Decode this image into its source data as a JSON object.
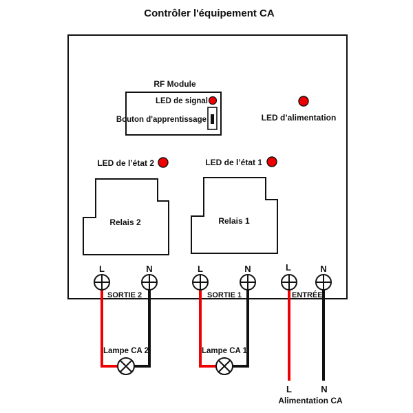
{
  "title": "Contrôler l'équipement CA",
  "colors": {
    "live": "#ee0000",
    "neutral": "#111111",
    "led": "#ee0000",
    "outline": "#111111"
  },
  "rf_module": {
    "title": "RF Module",
    "signal_led_label": "LED de signal",
    "learn_button_label": "Bouton d'apprentissage"
  },
  "power_led_label": "LED d’alimentation",
  "status_leds": [
    {
      "label": "LED de l’état 2"
    },
    {
      "label": "LED de l’état 1"
    }
  ],
  "relays": [
    {
      "label": "Relais 2"
    },
    {
      "label": "Relais 1"
    }
  ],
  "terminals": {
    "groups": [
      {
        "name": "SORTIE 2",
        "l": "L",
        "n": "N"
      },
      {
        "name": "SORTIE 1",
        "l": "L",
        "n": "N"
      },
      {
        "name": "ENTRÉE",
        "l": "L",
        "n": "N"
      }
    ]
  },
  "lamps": [
    {
      "label": "Lampe CA 2"
    },
    {
      "label": "Lampe CA 1"
    }
  ],
  "supply": {
    "l_label": "L",
    "n_label": "N",
    "label": "Alimentation CA"
  }
}
